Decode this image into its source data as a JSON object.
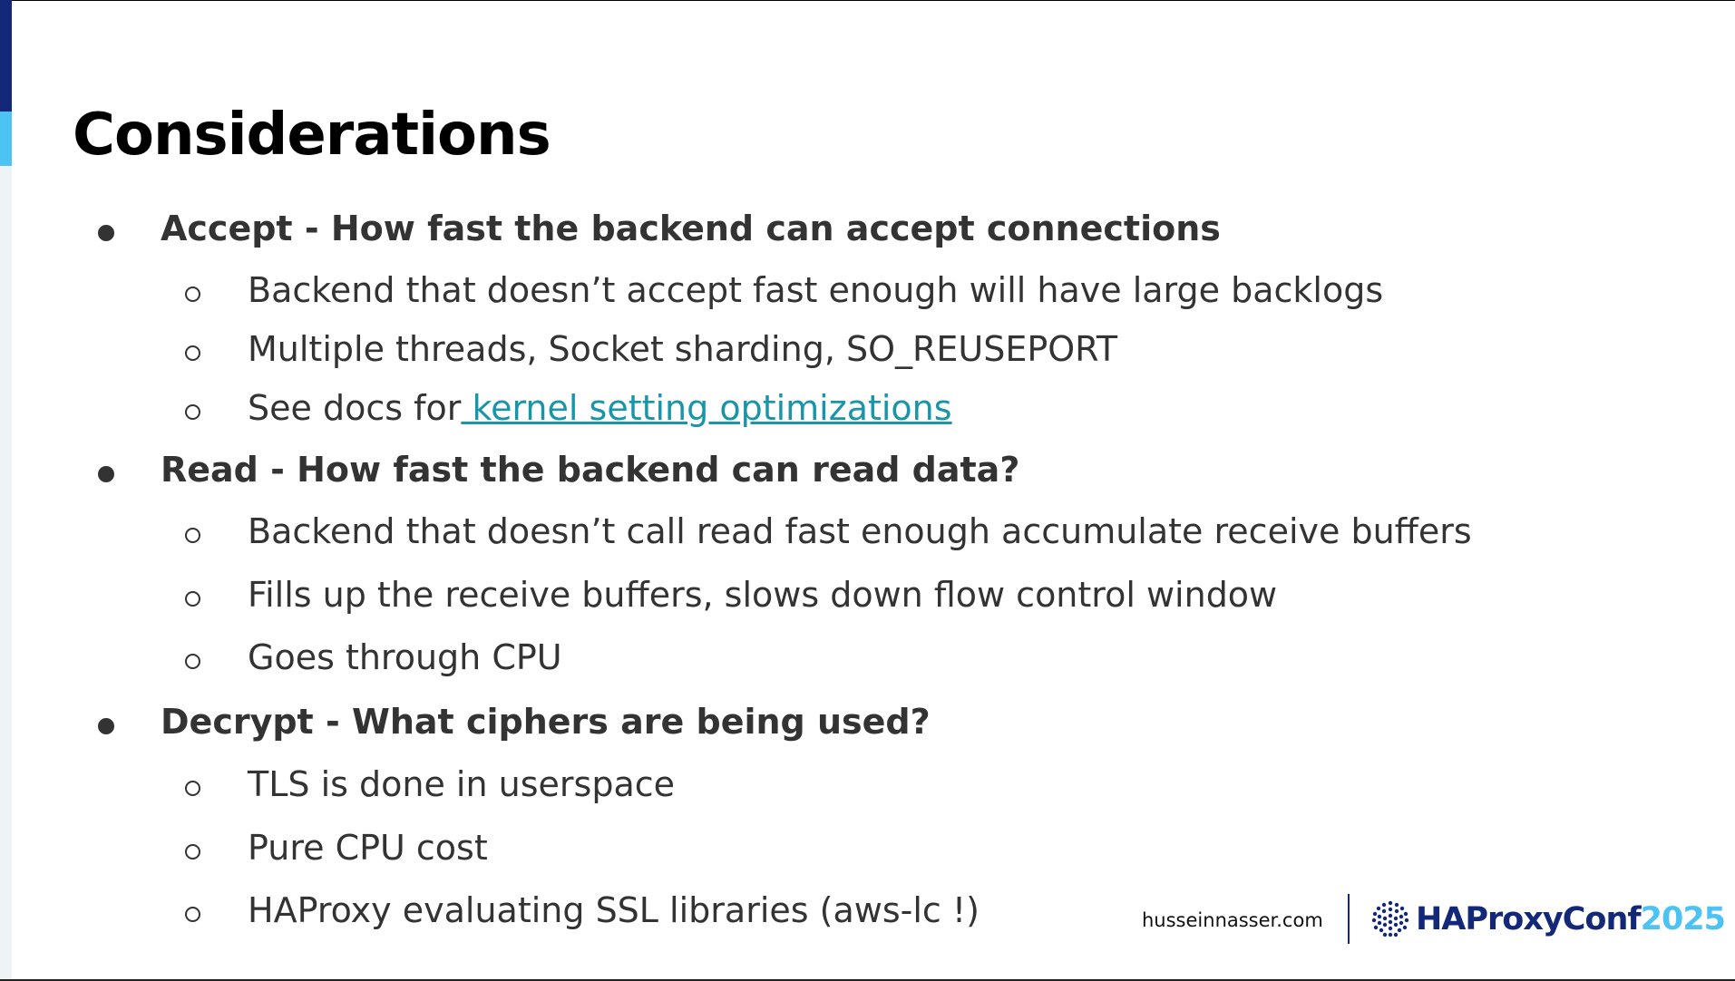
{
  "title": "Considerations",
  "sections": [
    {
      "heading": "Accept - How fast the backend can accept connections",
      "items": [
        {
          "text": "Backend that doesn’t accept fast enough will have large backlogs"
        },
        {
          "text": "Multiple threads, Socket sharding, SO_REUSEPORT"
        },
        {
          "text": "See docs for",
          "link": " kernel setting optimizations"
        }
      ]
    },
    {
      "heading": "Read - How fast the backend can read data?",
      "items": [
        {
          "text": "Backend that doesn’t call read fast enough accumulate receive buffers"
        },
        {
          "text": "Fills up the receive buffers, slows down flow control window"
        },
        {
          "text": "Goes through CPU"
        }
      ]
    },
    {
      "heading": "Decrypt - What ciphers are being used?",
      "items": [
        {
          "text": "TLS is done in userspace"
        },
        {
          "text": "Pure CPU cost"
        },
        {
          "text": "HAProxy evaluating SSL libraries (aws-lc !)"
        }
      ]
    }
  ],
  "footer": {
    "site": "husseinnasser.com",
    "logo_name": "HAProxyConf",
    "logo_year": "2025"
  },
  "colors": {
    "accent_dark": "#14287a",
    "accent_light": "#4cc3f2",
    "link": "#1896a8",
    "text": "#333333"
  }
}
